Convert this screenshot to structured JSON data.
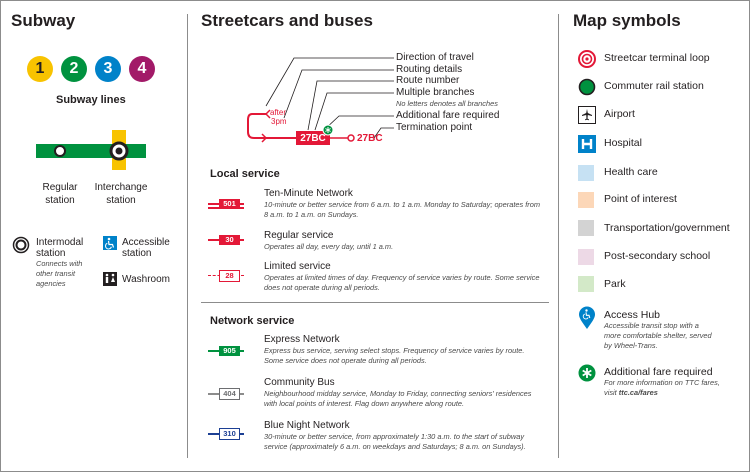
{
  "subway": {
    "title": "Subway",
    "lines": [
      {
        "label": "1",
        "color": "#f8c300"
      },
      {
        "label": "2",
        "color": "#00923f"
      },
      {
        "label": "3",
        "color": "#0082c9"
      },
      {
        "label": "4",
        "color": "#a21a68"
      }
    ],
    "lines_caption": "Subway lines",
    "regular_station": "Regular station",
    "interchange_station": "Interchange station",
    "intermodal_title": "Intermodal station",
    "intermodal_desc": "Connects with other transit agencies",
    "accessible": "Accessible station",
    "washroom": "Washroom"
  },
  "streetcars": {
    "title": "Streetcars and buses",
    "diagram": {
      "labels": [
        "Direction of travel",
        "Routing details",
        "Route number",
        "Multiple branches",
        "No letters denotes all branches",
        "Additional fare required",
        "Termination point"
      ],
      "after": "after",
      "time": "3pm",
      "route_box": "27BC",
      "route_end": "27BC"
    },
    "local": {
      "title": "Local service",
      "items": [
        {
          "badge": "501",
          "name": "Ten-Minute Network",
          "desc": "10-minute or better service from 6 a.m. to 1 a.m. Monday to Saturday; operates from 8 a.m. to 1 a.m. on Sundays."
        },
        {
          "badge": "30",
          "name": "Regular service",
          "desc": "Operates all day, every day, until 1 a.m."
        },
        {
          "badge": "28",
          "name": "Limited service",
          "desc": "Operates at limited times of day. Frequency of service varies by route. Some service does not operate during all periods."
        }
      ]
    },
    "network": {
      "title": "Network service",
      "items": [
        {
          "badge": "905",
          "name": "Express Network",
          "desc": "Express bus service, serving select stops. Frequency of service varies by route. Some service does not operate during all periods."
        },
        {
          "badge": "404",
          "name": "Community Bus",
          "desc": "Neighbourhood midday service, Monday to Friday, connecting seniors' residences with local points of interest. Flag down anywhere along route."
        },
        {
          "badge": "310",
          "name": "Blue Night Network",
          "desc": "30-minute or better service, from approximately 1:30 a.m. to the start of subway service (approximately 6 a.m. on weekdays and Saturdays; 8 a.m. on Sundays)."
        }
      ]
    }
  },
  "map_symbols": {
    "title": "Map symbols",
    "items": [
      {
        "label": "Streetcar terminal loop",
        "icon": "target-icon"
      },
      {
        "label": "Commuter rail station",
        "icon": "rail-dot-icon"
      },
      {
        "label": "Airport",
        "icon": "airplane-icon"
      },
      {
        "label": "Hospital",
        "icon": "hospital-icon"
      },
      {
        "label": "Health care",
        "color": "#c6e1f3"
      },
      {
        "label": "Point of interest",
        "color": "#fcd7b8"
      },
      {
        "label": "Transportation/government",
        "color": "#d3d3d3"
      },
      {
        "label": "Post-secondary school",
        "color": "#edd9e6"
      },
      {
        "label": "Park",
        "color": "#d3e9c8"
      }
    ],
    "access_hub": {
      "title": "Access Hub",
      "desc": "Accessible transit stop with a more comfortable shelter, served by Wheel-Trans."
    },
    "fare": {
      "title": "Additional fare required",
      "desc_prefix": "For more information on TTC fares, visit ",
      "link": "ttc.ca/fares"
    }
  }
}
